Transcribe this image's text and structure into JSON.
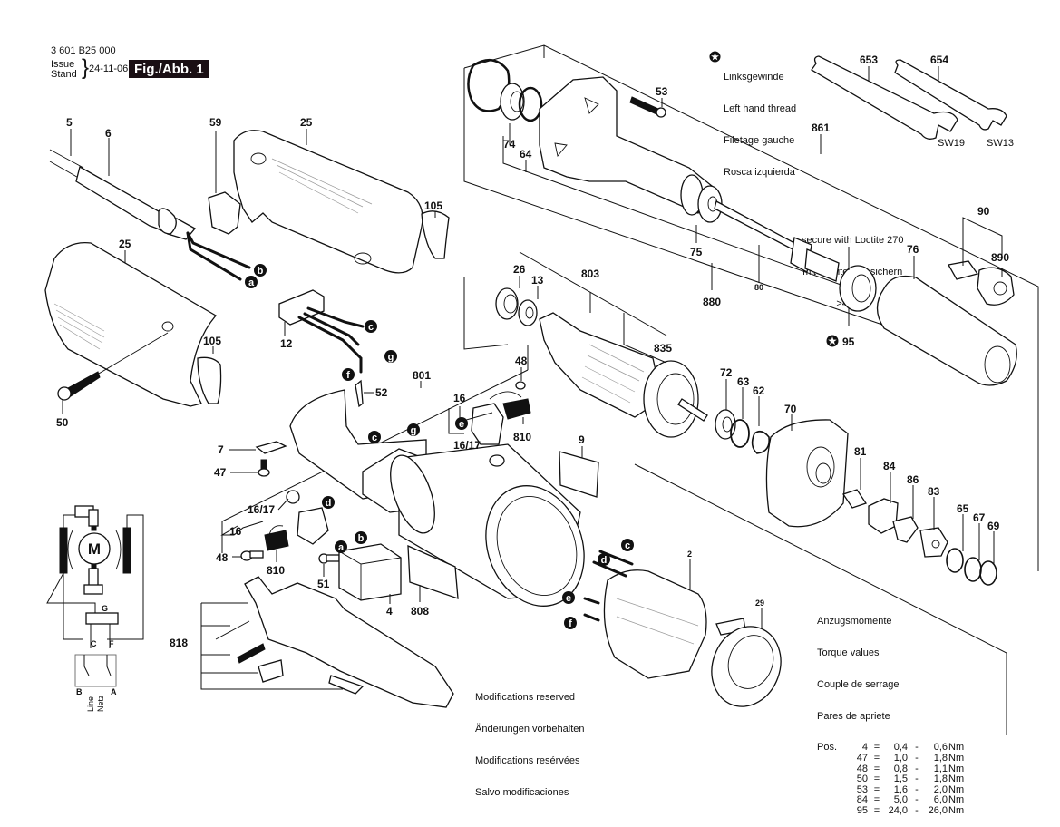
{
  "header": {
    "doc_number": "3 601 B25 000",
    "issue_label_en": "Issue",
    "issue_label_de": "Stand",
    "issue_date": "24-11-06",
    "figure_label": "Fig./Abb. 1"
  },
  "left_hand_thread_note": {
    "icon": "star-in-circle-icon",
    "lines": [
      "Linksgewinde",
      "Left hand thread",
      "Filetage gauche",
      "Rosca izquierda"
    ]
  },
  "loctite_note": {
    "lines": [
      "secure with Loctite 270",
      "mit Loctite 270 sichern",
      ">40Nm"
    ]
  },
  "modifications_note": {
    "lines": [
      "Modifications reserved",
      "Änderungen vorbehalten",
      "Modifications resérvées",
      "Salvo modificaciones"
    ]
  },
  "torque_table": {
    "titles": [
      "Anzugsmomente",
      "Torque values",
      "Couple de serrage",
      "Pares de apriete"
    ],
    "pos_label": "Pos.",
    "unit": "Nm",
    "rows": [
      {
        "pos": "4",
        "min": "0,4",
        "max": "0,6"
      },
      {
        "pos": "47",
        "min": "1,0",
        "max": "1,8"
      },
      {
        "pos": "48",
        "min": "0,8",
        "max": "1,1"
      },
      {
        "pos": "50",
        "min": "1,5",
        "max": "1,8"
      },
      {
        "pos": "53",
        "min": "1,6",
        "max": "2,0"
      },
      {
        "pos": "84",
        "min": "5,0",
        "max": "6,0"
      },
      {
        "pos": "95",
        "min": "24,0",
        "max": "26,0"
      }
    ]
  },
  "wrench_sizes": {
    "w653": "SW19",
    "w654": "SW13"
  },
  "wiring_diagram": {
    "motor_label": "M",
    "terminals": {
      "G": "G",
      "C": "C",
      "F": "F",
      "B": "B",
      "A": "A"
    },
    "line_labels": [
      "Line",
      "Netz"
    ]
  },
  "connection_markers": [
    "a",
    "b",
    "c",
    "d",
    "e",
    "f",
    "g"
  ],
  "part_labels": {
    "p5": "5",
    "p6": "6",
    "p59": "59",
    "p25a": "25",
    "p25b": "25",
    "p105a": "105",
    "p105b": "105",
    "p50": "50",
    "p12": "12",
    "p52": "52",
    "p7": "7",
    "p47": "47",
    "p801": "801",
    "p16a": "16",
    "p16b": "16",
    "p1617a": "16/17",
    "p1617b": "16/17",
    "p48a": "48",
    "p48b": "48",
    "p810a": "810",
    "p810b": "810",
    "p51": "51",
    "p4": "4",
    "p808": "808",
    "p818": "818",
    "p9": "9",
    "p2": "2",
    "p29": "29",
    "p74": "74",
    "p64": "64",
    "p53": "53",
    "p75": "75",
    "p880": "880",
    "p80": "80",
    "p861": "861",
    "p653": "653",
    "p654": "654",
    "p76": "76",
    "p95": "95",
    "p90": "90",
    "p890": "890",
    "p26": "26",
    "p13": "13",
    "p803": "803",
    "p835": "835",
    "p72": "72",
    "p63": "63",
    "p62": "62",
    "p70": "70",
    "p81": "81",
    "p84": "84",
    "p86": "86",
    "p83": "83",
    "p65": "65",
    "p67": "67",
    "p69": "69"
  }
}
